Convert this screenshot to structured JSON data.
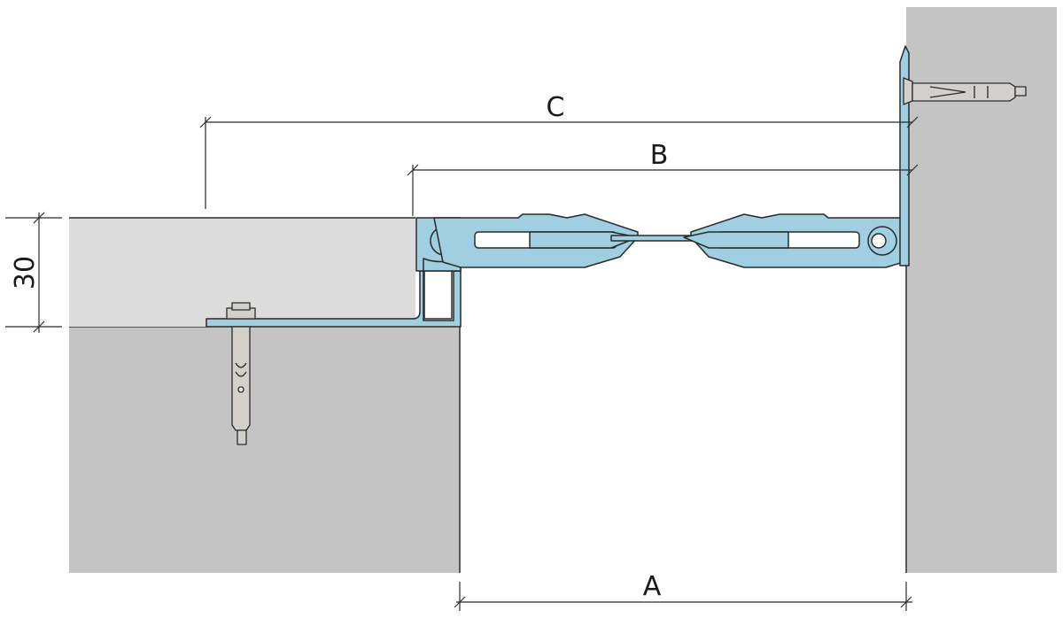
{
  "dimensions": {
    "a_label": "A",
    "b_label": "B",
    "c_label": "C",
    "thickness_label": "30"
  },
  "colors": {
    "concrete": "#c4c4c4",
    "floor_finish": "#dcdcdc",
    "aluminium_profile": "#9fcfe0",
    "line": "#2a2a2a",
    "anchor": "#d3d0cc"
  }
}
